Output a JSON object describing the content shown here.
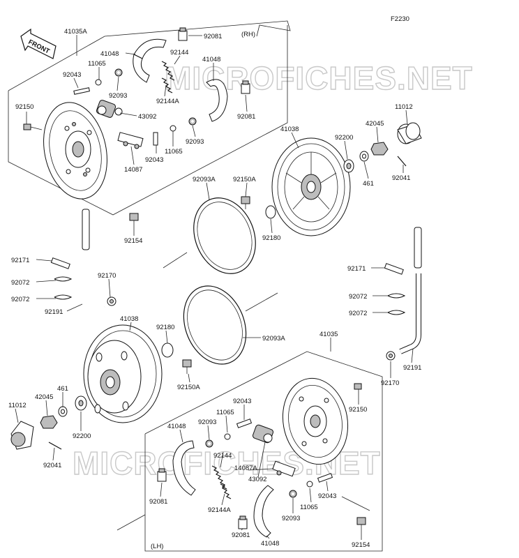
{
  "figure_code": "F2230",
  "front_label": "FRONT",
  "side_rh": "(RH)",
  "side_lh": "(LH)",
  "watermark": "MICROFICHES.NET",
  "callouts": [
    {
      "id": "c1",
      "text": "41035A"
    },
    {
      "id": "c2",
      "text": "92081"
    },
    {
      "id": "c3",
      "text": "41048"
    },
    {
      "id": "c4",
      "text": "92144"
    },
    {
      "id": "c5",
      "text": "41048"
    },
    {
      "id": "c6",
      "text": "11065"
    },
    {
      "id": "c7",
      "text": "92043"
    },
    {
      "id": "c8",
      "text": "92093"
    },
    {
      "id": "c9",
      "text": "92144A"
    },
    {
      "id": "c10",
      "text": "92081"
    },
    {
      "id": "c11",
      "text": "92150"
    },
    {
      "id": "c12",
      "text": "43092"
    },
    {
      "id": "c13",
      "text": "92093"
    },
    {
      "id": "c14",
      "text": "11065"
    },
    {
      "id": "c15",
      "text": "92043"
    },
    {
      "id": "c16",
      "text": "14087"
    },
    {
      "id": "c17",
      "text": "41038"
    },
    {
      "id": "c18",
      "text": "92200"
    },
    {
      "id": "c19",
      "text": "42045"
    },
    {
      "id": "c20",
      "text": "11012"
    },
    {
      "id": "c21",
      "text": "461"
    },
    {
      "id": "c22",
      "text": "92041"
    },
    {
      "id": "c23",
      "text": "92093A"
    },
    {
      "id": "c24",
      "text": "92150A"
    },
    {
      "id": "c25",
      "text": "92180"
    },
    {
      "id": "c26",
      "text": "92154"
    },
    {
      "id": "c27",
      "text": "92171"
    },
    {
      "id": "c28",
      "text": "92072"
    },
    {
      "id": "c29",
      "text": "92072"
    },
    {
      "id": "c30",
      "text": "92170"
    },
    {
      "id": "c31",
      "text": "92191"
    },
    {
      "id": "c32",
      "text": "92171"
    },
    {
      "id": "c33",
      "text": "92072"
    },
    {
      "id": "c34",
      "text": "92072"
    },
    {
      "id": "c35",
      "text": "41038"
    },
    {
      "id": "c36",
      "text": "92180"
    },
    {
      "id": "c37",
      "text": "92093A"
    },
    {
      "id": "c38",
      "text": "41035"
    },
    {
      "id": "c39",
      "text": "92150A"
    },
    {
      "id": "c40",
      "text": "461"
    },
    {
      "id": "c41",
      "text": "42045"
    },
    {
      "id": "c42",
      "text": "11012"
    },
    {
      "id": "c43",
      "text": "92200"
    },
    {
      "id": "c44",
      "text": "92041"
    },
    {
      "id": "c45",
      "text": "92191"
    },
    {
      "id": "c46",
      "text": "92170"
    },
    {
      "id": "c47",
      "text": "92150"
    },
    {
      "id": "c48",
      "text": "92043"
    },
    {
      "id": "c49",
      "text": "11065"
    },
    {
      "id": "c50",
      "text": "41048"
    },
    {
      "id": "c51",
      "text": "92093"
    },
    {
      "id": "c52",
      "text": "92144"
    },
    {
      "id": "c53",
      "text": "14087A"
    },
    {
      "id": "c54",
      "text": "43092"
    },
    {
      "id": "c55",
      "text": "92081"
    },
    {
      "id": "c56",
      "text": "92144A"
    },
    {
      "id": "c57",
      "text": "92043"
    },
    {
      "id": "c58",
      "text": "11065"
    },
    {
      "id": "c59",
      "text": "92093"
    },
    {
      "id": "c60",
      "text": "92154"
    },
    {
      "id": "c61",
      "text": "92081"
    },
    {
      "id": "c62",
      "text": "41048"
    }
  ]
}
